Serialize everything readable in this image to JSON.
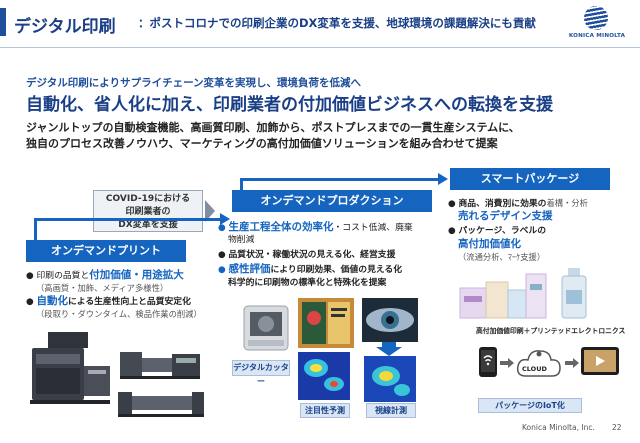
{
  "header": {
    "title": "デジタル印刷",
    "subtitle": "：ポストコロナでの印刷企業のDX変革を支援、地球環境の課題解決にも貢献"
  },
  "logo": {
    "name": "KONICA MINOLTA"
  },
  "lead": {
    "small": "デジタル印刷によりサプライチェーン変革を実現し、環境負荷を低減へ",
    "big": "自動化、省人化に加え、印刷業者の付加価値ビジネスへの転換を支援"
  },
  "description": {
    "line1": "ジャンルトップの自動検査機能、高画質印刷、加飾から、ポストプレスまでの一貫生産システムに、",
    "line2": "独自のプロセス改善ノウハウ、マーケティングの高付加価値ソリューションを組み合わせて提案"
  },
  "covid_box": {
    "line1": "COVID-19における",
    "line2": "印刷業者の",
    "line3": "DX変革を支援"
  },
  "ondemand_print": {
    "title": "オンデマンドプリント",
    "bullets": [
      {
        "pre": "印刷の品質と",
        "em": "付加価値・用途拡大",
        "post": "",
        "sub": "（高画質・加飾、メディア多様性）"
      },
      {
        "pre": "",
        "em": "自動化",
        "post": "による生産性向上と品質安定化",
        "sub": "（段取り・ダウンタイム、検品作業の削減）"
      }
    ]
  },
  "ondemand_production": {
    "title": "オンデマンドプロダクション",
    "bullets": [
      {
        "em": "生産工程全体の効率化",
        "post": "・コスト低減、廃棄",
        "post2": "物削減"
      },
      {
        "text": "品質状況・稼働状況の見える化、経営支援"
      },
      {
        "em": "感性評価",
        "post": "により印刷効果、価値の見える化"
      }
    ],
    "note": "科学的に印刷物の標準化と特殊化を提案",
    "captions": [
      "デジタルカッター",
      "注目性予測",
      "視線計測"
    ]
  },
  "smart_package": {
    "title": "スマートパッケージ",
    "bullet1": {
      "text": "商品、消費別に効果の",
      "light": "着構・分析",
      "em": "売れるデザイン支援"
    },
    "bullet2": {
      "text": "パッケージ、ラベルの",
      "em": "高付加価値化",
      "sub": "（流通分析、ﾏｰｹ支援）"
    },
    "label_printer": "高付加価値印刷＋プリンテッドエレクトロニクス",
    "cloud": "CLOUD",
    "caption": "パッケージのIoT化"
  },
  "footer": {
    "company": "Konica Minolta, Inc.",
    "page": "22"
  },
  "colors": {
    "brand": "#1565c0",
    "title": "#1a3f86",
    "accent_light": "#d9e6f5"
  }
}
